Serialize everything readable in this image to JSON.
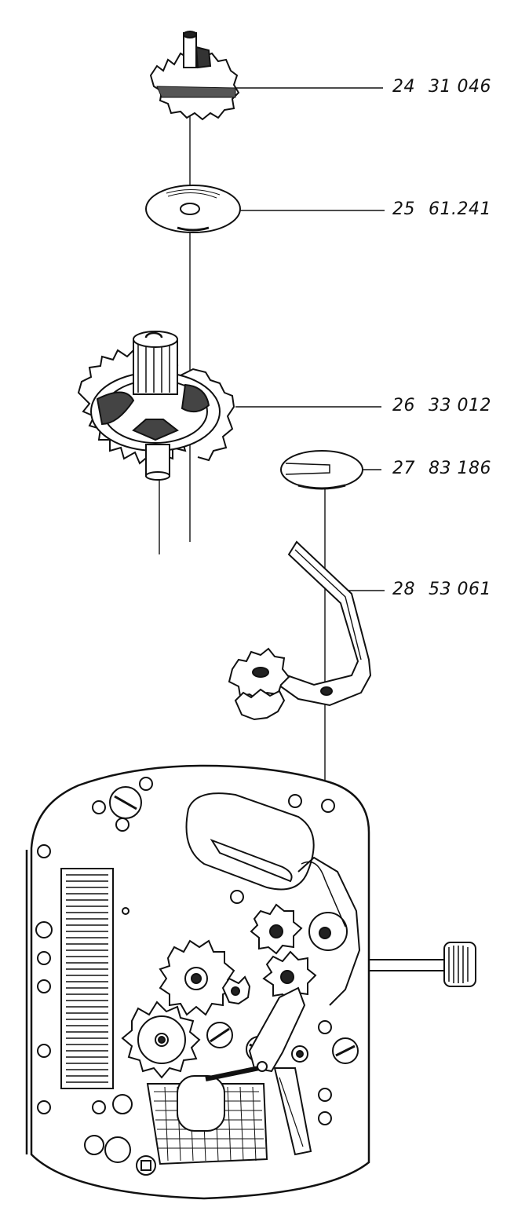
{
  "parts": [
    {
      "position": "24",
      "part_number": "31 046",
      "name": "gear-wheel"
    },
    {
      "position": "25",
      "part_number": "61.241",
      "name": "washer"
    },
    {
      "position": "26",
      "part_number": "33 012",
      "name": "crown-wheel"
    },
    {
      "position": "27",
      "part_number": "83 186",
      "name": "split-washer"
    },
    {
      "position": "28",
      "part_number": "53 061",
      "name": "lever-with-pinions"
    }
  ],
  "colors": {
    "ink": "#111111",
    "paper": "#ffffff"
  }
}
